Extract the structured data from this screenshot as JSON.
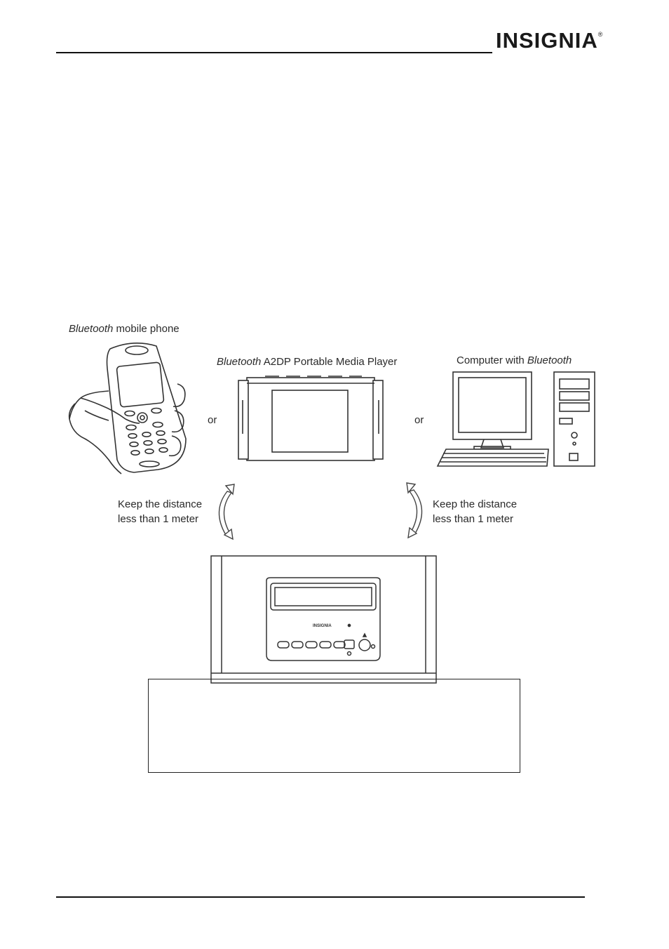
{
  "header": {
    "brand": "INSIGNIA",
    "registered_mark": "®"
  },
  "diagram": {
    "phone_label_italic": "Bluetooth",
    "phone_label_rest": " mobile phone",
    "player_label_italic": "Bluetooth",
    "player_label_rest": " A2DP Portable Media Player",
    "computer_label_rest": "Computer with ",
    "computer_label_italic": "Bluetooth",
    "or_left": "or",
    "or_right": "or",
    "distance_left_line1": "Keep the distance",
    "distance_left_line2": "less than 1 meter",
    "distance_right_line1": "Keep the distance",
    "distance_right_line2": "less than 1 meter",
    "speaker_brand": "INSIGNIA"
  },
  "icons": {
    "phone": "mobile-phone-in-hand",
    "player": "portable-media-player",
    "computer": "desktop-computer",
    "speaker": "speaker-dock",
    "arrow": "double-headed-curved-arrow"
  }
}
